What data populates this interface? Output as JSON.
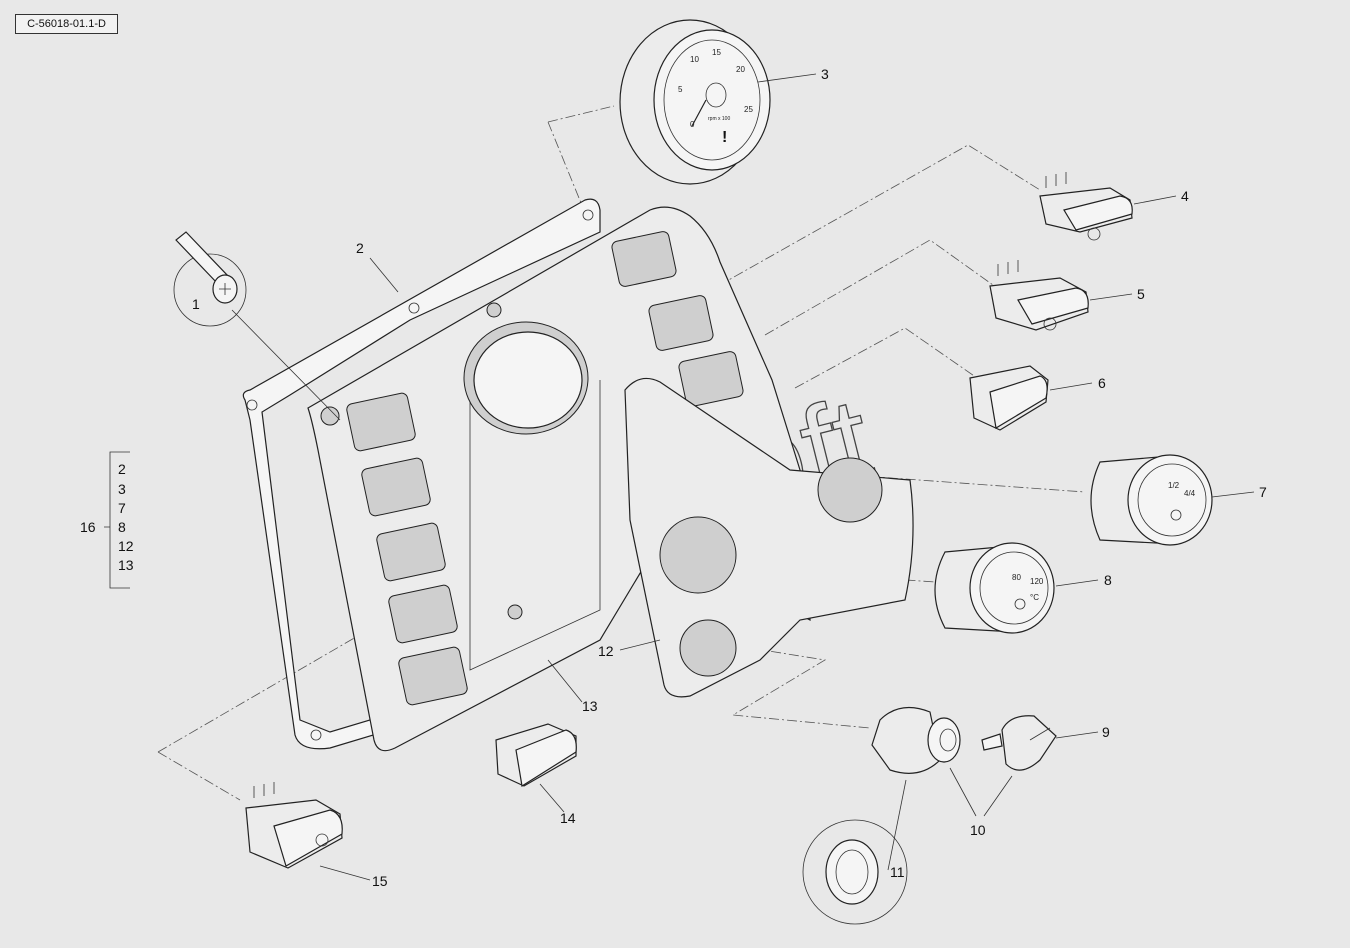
{
  "reference_code": "C-56018-01.1-D",
  "watermark": "AutoSoft",
  "callouts": [
    "1",
    "2",
    "3",
    "4",
    "5",
    "6",
    "7",
    "8",
    "9",
    "10",
    "11",
    "12",
    "13",
    "14",
    "15"
  ],
  "group": {
    "label": "16",
    "items": [
      "2",
      "3",
      "7",
      "8",
      "12",
      "13"
    ]
  },
  "tachometer": {
    "scale": [
      "0",
      "5",
      "10",
      "15",
      "20",
      "25"
    ],
    "unit": "rpm x 100",
    "warning": "!"
  },
  "fuel_gauge": {
    "scale": [
      "1/2",
      "4/4"
    ]
  },
  "temp_gauge": {
    "scale": [
      "80",
      "120"
    ],
    "unit": "°C"
  }
}
